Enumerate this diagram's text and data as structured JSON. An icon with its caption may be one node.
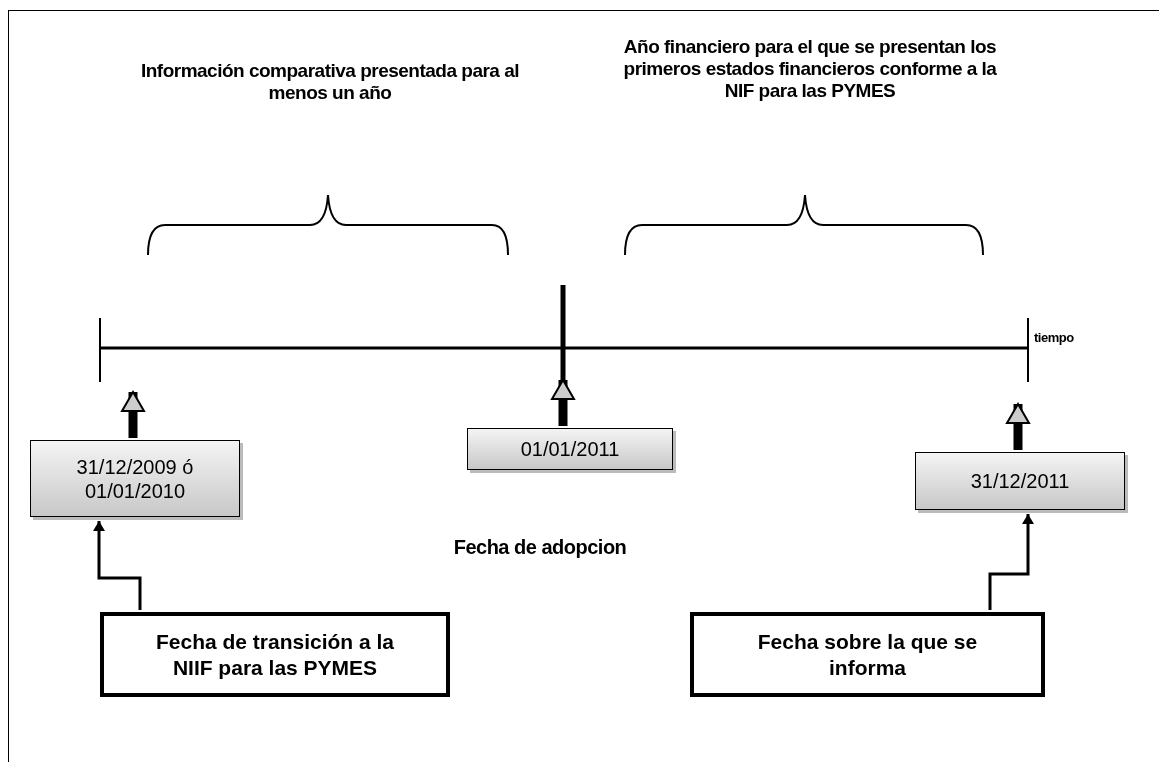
{
  "diagram": {
    "nodes": [
      {
        "text": [
          "31/12/2009 ó 01/01/2010"
        ]
      },
      {
        "text": [
          "01/01/2011"
        ]
      },
      {
        "text": [
          "31/12/2011"
        ]
      },
      {
        "text": [
          "Fecha de transición a la NIIF para las PYMES"
        ]
      },
      {
        "text": [
          "Fecha sobre la que se informa"
        ]
      }
    ],
    "edges": [
      {
        "from": 0,
        "to": null,
        "arrow": "to"
      },
      {
        "from": 1,
        "to": null,
        "arrow": "to"
      },
      {
        "from": 2,
        "to": null,
        "arrow": "to"
      },
      {
        "from": 3,
        "to": 0,
        "arrow": "to"
      },
      {
        "from": 4,
        "to": 2,
        "arrow": "to"
      }
    ],
    "labels": [
      "Información comparativa presentada para al menos un año",
      "Año financiero para el que se presentan los primeros estados financieros conforme a la NIF para las PYMES",
      "tiempo",
      "Fecha de adopcion"
    ]
  }
}
